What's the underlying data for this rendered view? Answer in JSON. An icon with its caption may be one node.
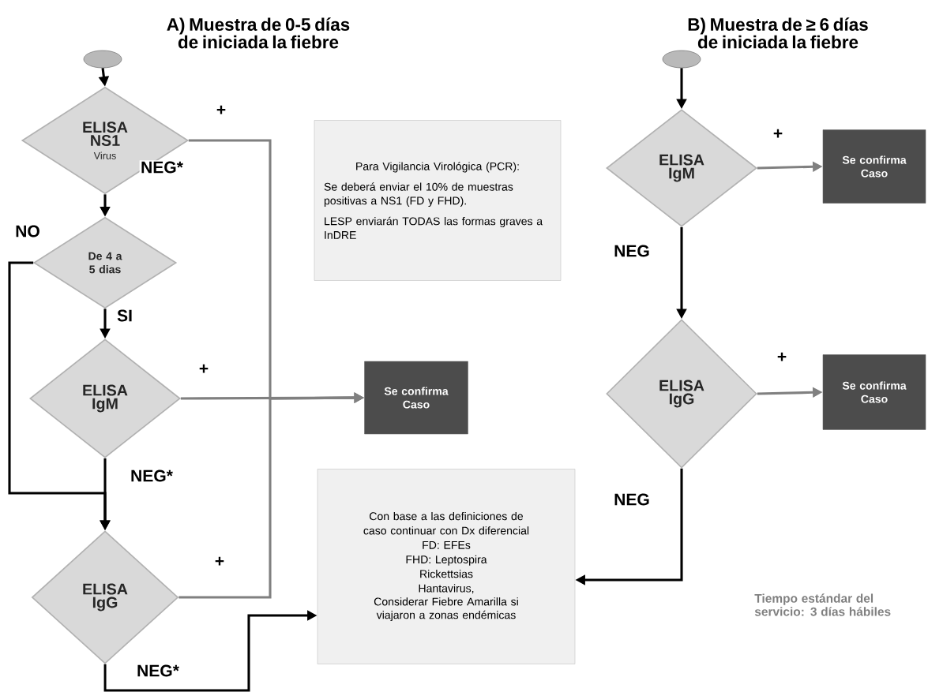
{
  "diagram": {
    "nodes": [
      {
        "text": [],
        "shape": "ellipse"
      },
      {
        "text": [
          "ELISA NS1",
          "Virus"
        ]
      },
      {
        "text": [
          "De 4 a 5 dias"
        ]
      },
      {
        "text": [
          "ELISA IgM"
        ]
      },
      {
        "text": [
          "ELISA IgG"
        ]
      },
      {
        "text": [
          "Se confirma Caso"
        ]
      },
      {
        "text": [
          "Para Vigilancia Virológica (PCR):",
          "Se deberá enviar el 10% de muestras positivas a NS1 (FD y FHD).",
          "LESP enviarán TODAS las formas graves a InDRE"
        ]
      },
      {
        "text": [
          "Con base a las definiciones de caso continuar con Dx diferencial",
          "FD: EFEs",
          "FHD: Leptospira",
          "Rickettsias",
          "Hantavirus,",
          "Considerar Fiebre Amarilla si viajaron a zonas endémicas"
        ]
      },
      {
        "text": [],
        "shape": "ellipse"
      },
      {
        "text": [
          "ELISA IgM"
        ]
      },
      {
        "text": [
          "Se confirma Caso"
        ]
      },
      {
        "text": [
          "ELISA IgG"
        ]
      },
      {
        "text": [
          "Se confirma Caso"
        ]
      }
    ],
    "edges": [
      {
        "from": 0,
        "to": 1,
        "arrow": "to"
      },
      {
        "from": 1,
        "to": 5,
        "arrow": "to",
        "label": "+",
        "color": "#808080"
      },
      {
        "from": 1,
        "to": 2,
        "arrow": "to",
        "label": "NEG*"
      },
      {
        "from": 2,
        "to": 3,
        "arrow": "to",
        "label": "SI"
      },
      {
        "from": 2,
        "to": 4,
        "arrow": "to",
        "label": "NO"
      },
      {
        "from": 3,
        "to": 5,
        "arrow": "to",
        "label": "+",
        "color": "#808080"
      },
      {
        "from": 3,
        "to": 4,
        "arrow": "to",
        "label": "NEG*"
      },
      {
        "from": 4,
        "to": 5,
        "arrow": "to",
        "label": "+",
        "color": "#808080"
      },
      {
        "from": 4,
        "to": 7,
        "arrow": "to",
        "label": "NEG*"
      },
      {
        "from": 8,
        "to": 9,
        "arrow": "to"
      },
      {
        "from": 9,
        "to": 10,
        "arrow": "to",
        "label": "+",
        "color": "#808080"
      },
      {
        "from": 9,
        "to": 11,
        "arrow": "to",
        "label": "NEG"
      },
      {
        "from": 11,
        "to": 12,
        "arrow": "to",
        "label": "+",
        "color": "#808080"
      },
      {
        "from": 11,
        "to": 7,
        "arrow": "to",
        "label": "NEG"
      }
    ],
    "labels": [
      "A) Muestra de 0-5 días de iniciada la fiebre",
      "B) Muestra de ≥ 6 días de iniciada la fiebre",
      "Tiempo estándar del servicio: 3 días hábiles"
    ]
  }
}
